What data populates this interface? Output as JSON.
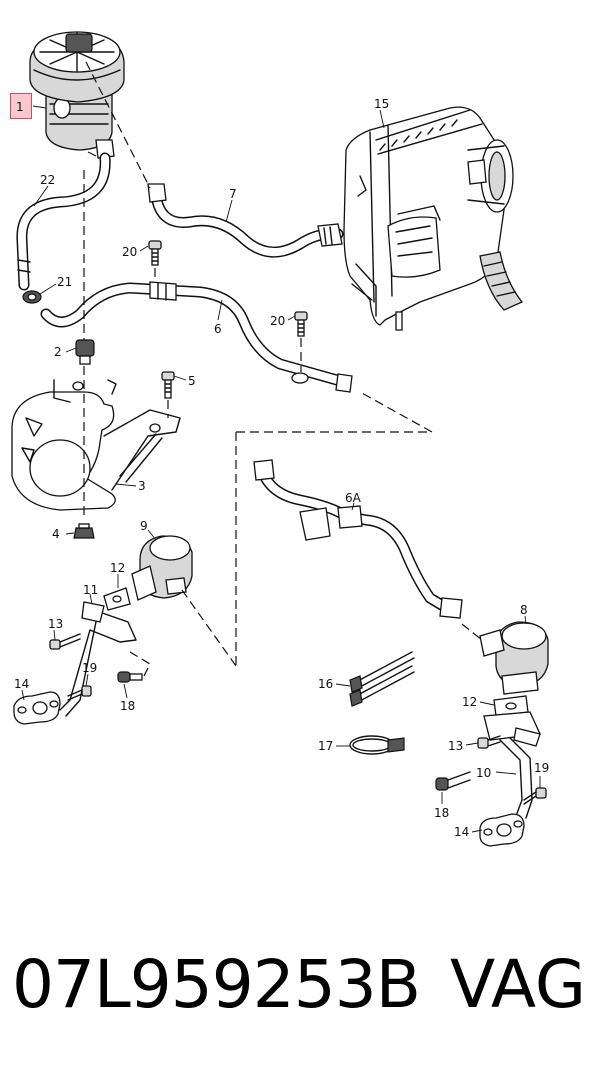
{
  "labels": {
    "l1": "1",
    "l2": "2",
    "l3": "3",
    "l4": "4",
    "l5": "5",
    "l6": "6",
    "l6a": "6A",
    "l7": "7",
    "l8": "8",
    "l9": "9",
    "l10": "10",
    "l11": "11",
    "l12a": "12",
    "l12b": "12",
    "l13a": "13",
    "l13b": "13",
    "l14a": "14",
    "l14b": "14",
    "l15": "15",
    "l16": "16",
    "l17": "17",
    "l18a": "18",
    "l18b": "18",
    "l19a": "19",
    "l19b": "19",
    "l20a": "20",
    "l20b": "20",
    "l21": "21",
    "l22": "22"
  },
  "highlighted_label": "1",
  "footer": {
    "part_number": "07L959253B",
    "brand": "VAG"
  },
  "colors": {
    "highlight_fill": "#f7c9cf",
    "highlight_border": "#d9485a",
    "line": "#111111"
  }
}
